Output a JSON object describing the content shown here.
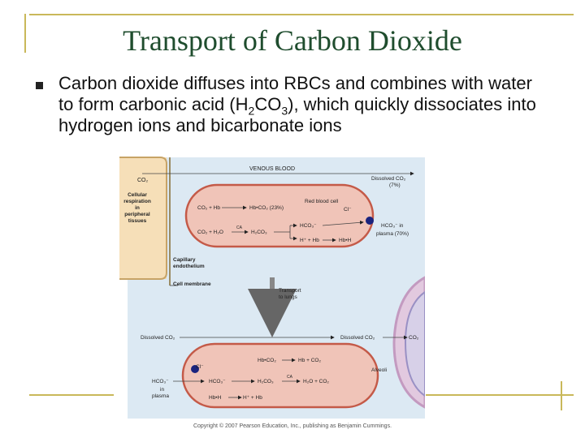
{
  "slide": {
    "title": "Transport of Carbon Dioxide",
    "bullet_text_part1": "Carbon dioxide diffuses into RBCs and combines with water to form carbonic acid (H",
    "bullet_sub1": "2",
    "bullet_text_part2": "CO",
    "bullet_sub2": "3",
    "bullet_text_part3": "), which quickly dissociates into hydrogen ions and bicarbonate ions"
  },
  "diagram": {
    "venous_blood": "VENOUS BLOOD",
    "co2_tissue": "CO₂",
    "cellular_respiration": [
      "Cellular",
      "respiration",
      "in",
      "peripheral",
      "tissues"
    ],
    "dissolved_co2_top": "Dissolved CO₂",
    "dissolved_pct": "(7%)",
    "red_blood_cell": "Red blood cell",
    "eq_co2_hb": "CO₂ + Hb",
    "eq_hbco2": "Hb•CO₂ (23%)",
    "eq_co2_h2o": "CO₂ + H₂O",
    "ca_label": "CA",
    "h2co3": "H₂CO₃",
    "hco3": "HCO₃⁻",
    "cl_minus": "Cl⁻",
    "h_hb": "H⁺ + Hb",
    "hbh": "Hb•H",
    "hco3_plasma_label": "HCO₃⁻ in",
    "hco3_plasma_pct": "plasma (70%)",
    "capillary_endothelium": [
      "Capillary",
      "endothelium"
    ],
    "cell_membrane": "Cell membrane",
    "transport_to_lungs": [
      "Transport",
      "to lungs"
    ],
    "dissolved_co2_left": "Dissolved CO₂",
    "dissolved_co2_right": "Dissolved CO₂",
    "co2_alveolar": "CO₂",
    "eq_hbco2_bottom": "Hb•CO₂",
    "eq_hb_co2_bottom": "Hb + CO₂",
    "alveoli": "Alveoli",
    "hco3_bottom_left": "HCO₃⁻",
    "in_plasma_bottom": [
      "in",
      "plasma"
    ],
    "hco3_bottom": "HCO₃⁻",
    "h2co3_bottom": "H₂CO₃",
    "h2o_co2_bottom": "H₂O + CO₂",
    "hbh_bottom": "Hb•H",
    "h_hb_bottom": "H⁺ + Hb",
    "copyright": "Copyright © 2007 Pearson Education, Inc., publishing as Benjamin Cummings."
  }
}
